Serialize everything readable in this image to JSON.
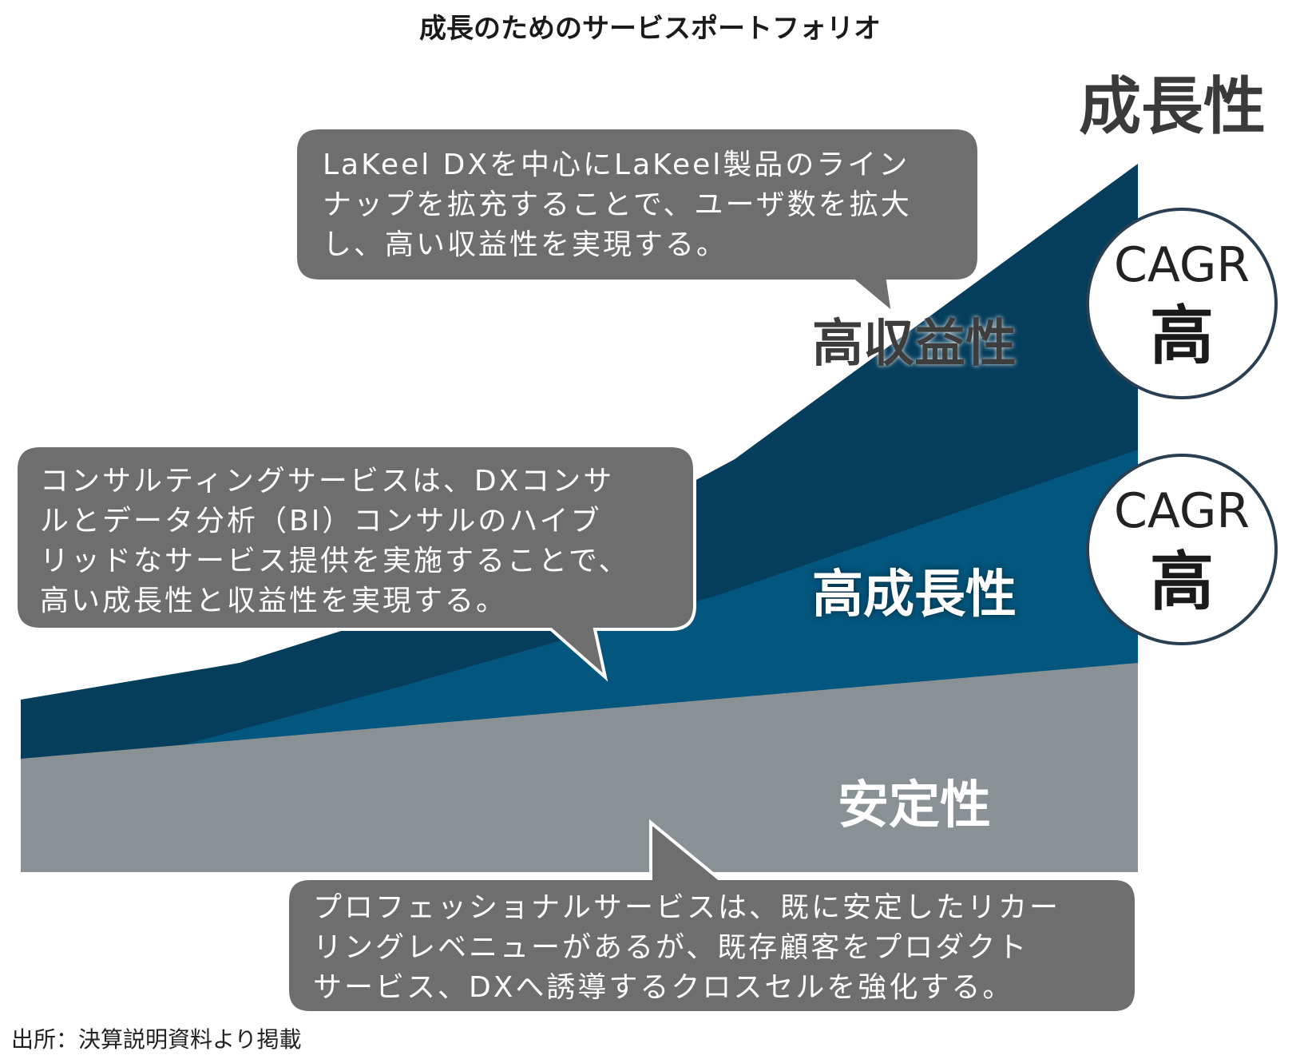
{
  "title": "成長のためのサービスポートフォリオ",
  "axis_label": "成長性",
  "layers": [
    {
      "label": "高収益性",
      "color": "#053d5c"
    },
    {
      "label": "高成長性",
      "color": "#03567d"
    },
    {
      "label": "安定性",
      "color": "#8a9194"
    }
  ],
  "badges": [
    {
      "line1": "CAGR",
      "line2": "高"
    },
    {
      "line1": "CAGR",
      "line2": "高"
    }
  ],
  "callouts": [
    {
      "lines": [
        "LaKeel DXを中心にLaKeel製品のライン",
        "ナップを拡充することで、ユーザ数を拡大",
        "し、高い収益性を実現する。"
      ]
    },
    {
      "lines": [
        "コンサルティングサービスは、DXコンサ",
        "ルとデータ分析（BI）コンサルのハイブ",
        "リッドなサービス提供を実施することで、",
        "高い成長性と収益性を実現する。"
      ]
    },
    {
      "lines": [
        "プロフェッショナルサービスは、既に安定したリカー",
        "リングレベニューがあるが、既存顧客をプロダクト",
        "サービス、DXへ誘導するクロスセルを強化する。"
      ]
    }
  ],
  "source": "出所：決算説明資料より掲載"
}
